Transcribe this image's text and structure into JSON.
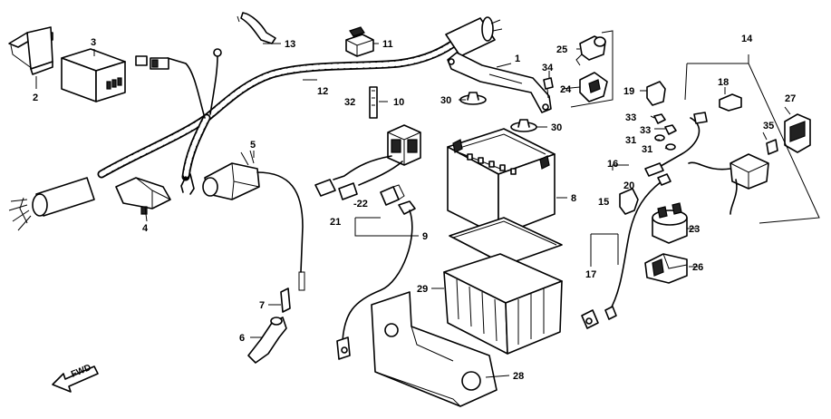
{
  "direction_label": "FWD",
  "callouts": {
    "c1": "1",
    "c2": "2",
    "c3": "3",
    "c4": "4",
    "c5": "5",
    "c6": "6",
    "c7": "7",
    "c8": "8",
    "c9": "9",
    "c10": "10",
    "c11": "11",
    "c12": "12",
    "c13": "13",
    "c14": "14",
    "c15": "15",
    "c16": "16",
    "c17": "17",
    "c18": "18",
    "c19": "19",
    "c20": "20",
    "c21": "21",
    "c22": "-22",
    "c23": "23",
    "c24": "24",
    "c25": "25",
    "c26": "26",
    "c27": "27",
    "c28": "28",
    "c29": "29",
    "c30a": "30",
    "c30b": "30",
    "c31a": "31",
    "c31b": "31",
    "c32": "32",
    "c33a": "33",
    "c33b": "33",
    "c34": "34",
    "c35": "35"
  }
}
